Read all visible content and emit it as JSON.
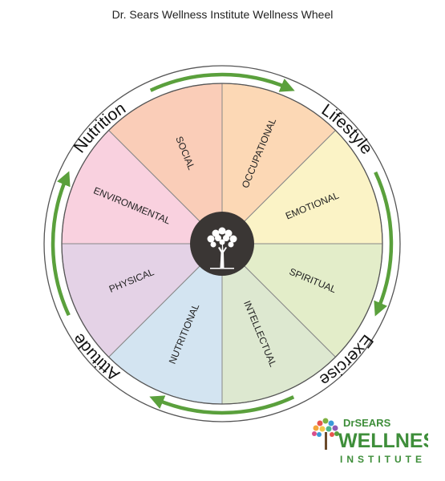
{
  "title": "Dr. Sears Wellness Institute Wellness Wheel",
  "ring_labels": [
    {
      "key": "nutrition",
      "label": "Nutrition"
    },
    {
      "key": "lifestyle",
      "label": "Lifestyle"
    },
    {
      "key": "exercise",
      "label": "Exercise"
    },
    {
      "key": "attitude",
      "label": "Attitude"
    }
  ],
  "segments": [
    {
      "key": "social",
      "label": "SOCIAL",
      "color": "#FACDB8"
    },
    {
      "key": "occupational",
      "label": "OCCUPATIONAL",
      "color": "#FCD8B5"
    },
    {
      "key": "emotional",
      "label": "EMOTIONAL",
      "color": "#FBF3C6"
    },
    {
      "key": "spiritual",
      "label": "SPIRITUAL",
      "color": "#E3EDC9"
    },
    {
      "key": "intellectual",
      "label": "INTELLECTUAL",
      "color": "#DDE8D0"
    },
    {
      "key": "nutritional",
      "label": "NUTRITIONAL",
      "color": "#D3E4F1"
    },
    {
      "key": "physical",
      "label": "PHYSICAL",
      "color": "#E4D2E6"
    },
    {
      "key": "environmental",
      "label": "ENVIRONMENTAL",
      "color": "#F9D1DF"
    }
  ],
  "colors": {
    "arrow": "#5AA03C",
    "hub": "#3A3634",
    "outline": "#555555",
    "divider": "#888888"
  },
  "logo": {
    "brand_small": "DrSEARS",
    "brand_large": "WELLNESS",
    "brand_sub": "INSTITUTE",
    "brand_color": "#3E8E3A"
  }
}
